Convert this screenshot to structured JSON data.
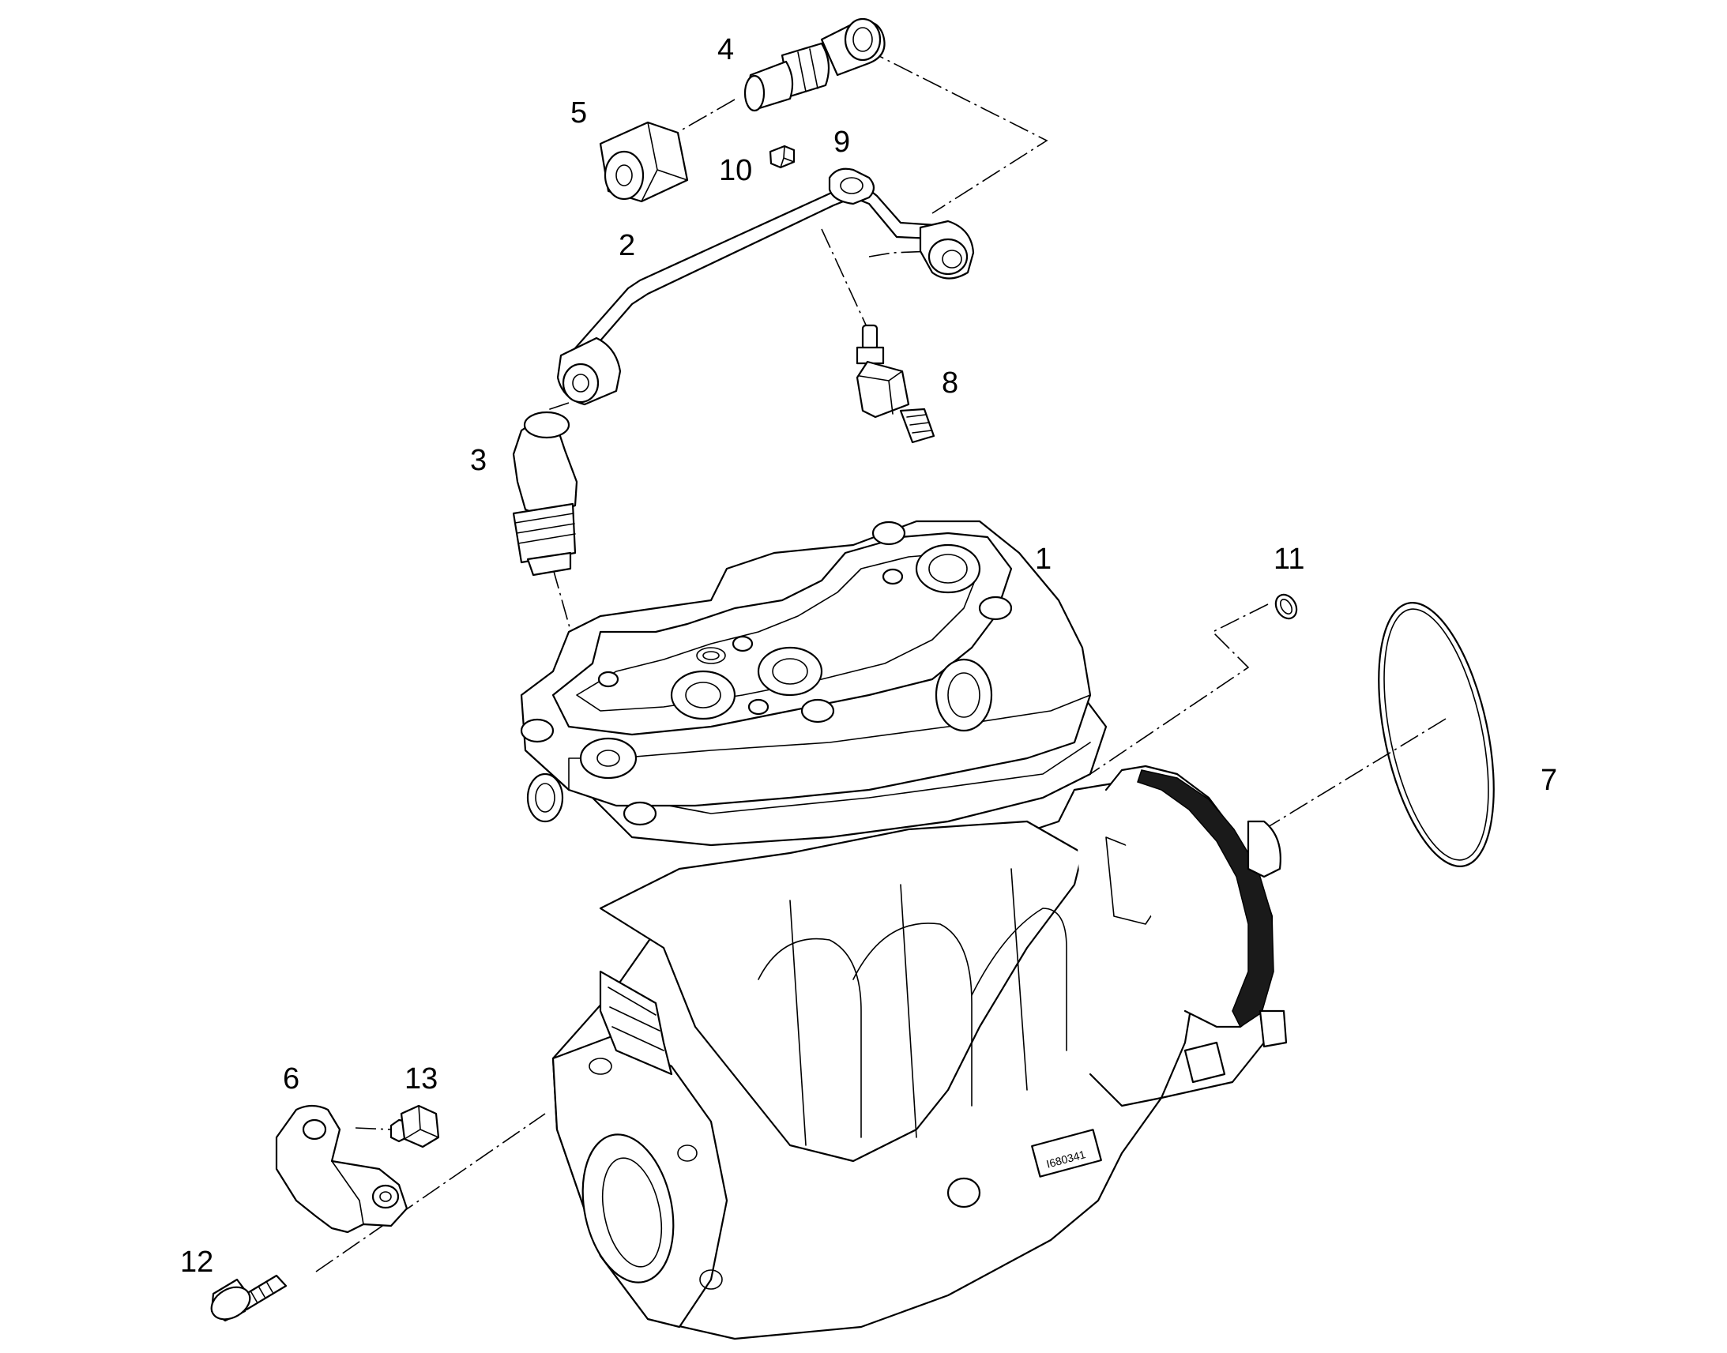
{
  "callouts": {
    "c1": "1",
    "c2": "2",
    "c3": "3",
    "c4": "4",
    "c5": "5",
    "c6": "6",
    "c7": "7",
    "c8": "8",
    "c9": "9",
    "c10": "10",
    "c11": "11",
    "c12": "12",
    "c13": "13"
  },
  "drawing_number": "I680341",
  "colors": {
    "line": "#000000",
    "background": "#ffffff"
  }
}
